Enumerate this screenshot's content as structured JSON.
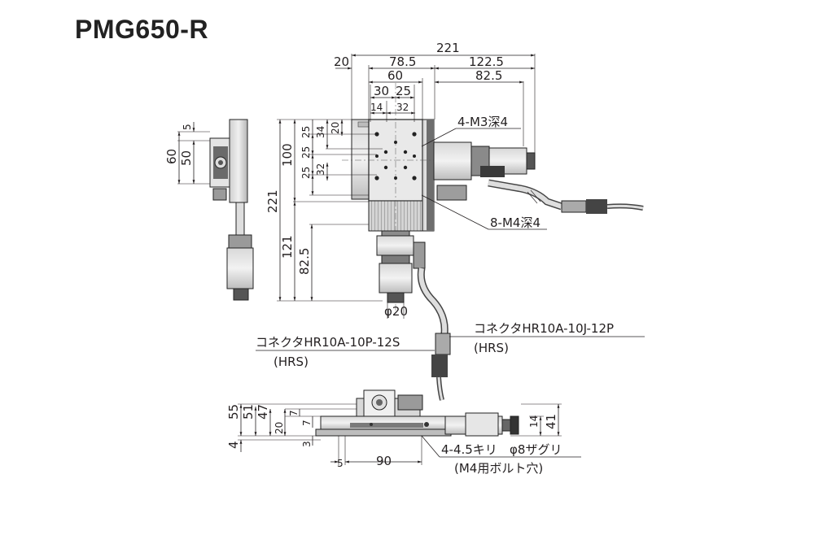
{
  "title": "PMG650-R",
  "colors": {
    "line": "#231f20",
    "body_light": "#e6e6e6",
    "body_mid": "#c8c8c8",
    "body_dark": "#5a5a5a"
  },
  "top_view": {
    "dims_top": {
      "overall": "221",
      "left_offset": "20",
      "center": "78.5",
      "motor": "122.5",
      "table": "60",
      "pitch_a": "30",
      "pitch_b": "25",
      "sub_a": "14",
      "sub_b": "32",
      "motor_sub": "82.5"
    },
    "dims_left": {
      "overall": "221",
      "table": "100",
      "d25a": "25",
      "d25b": "25",
      "d25c": "25",
      "d20": "20",
      "d34": "34",
      "d32": "32",
      "lower": "121",
      "lower_sub": "82.5"
    },
    "diameter": "φ20",
    "callout_m3": "4-M3深4",
    "callout_m4": "8-M4深4"
  },
  "side_view": {
    "dims": {
      "d5": "5",
      "d50": "50",
      "d60": "60"
    }
  },
  "connectors": {
    "left_name": "コネクタHR10A-10P-12S",
    "left_maker": "(HRS)",
    "right_name": "コネクタHR10A-10J-12P",
    "right_maker": "(HRS)"
  },
  "front_view": {
    "dims": {
      "d55": "55",
      "d51": "51",
      "d47": "47",
      "d4": "4",
      "d20": "20",
      "d7a": "7",
      "d7b": "7",
      "d3": "3",
      "d5": "5",
      "d90": "90",
      "d14": "14",
      "d41": "41"
    },
    "hole_callout": "4-4.5キリ",
    "counterbore": "φ8ザグリ",
    "bolt_note": "(M4用ボルト穴)"
  }
}
